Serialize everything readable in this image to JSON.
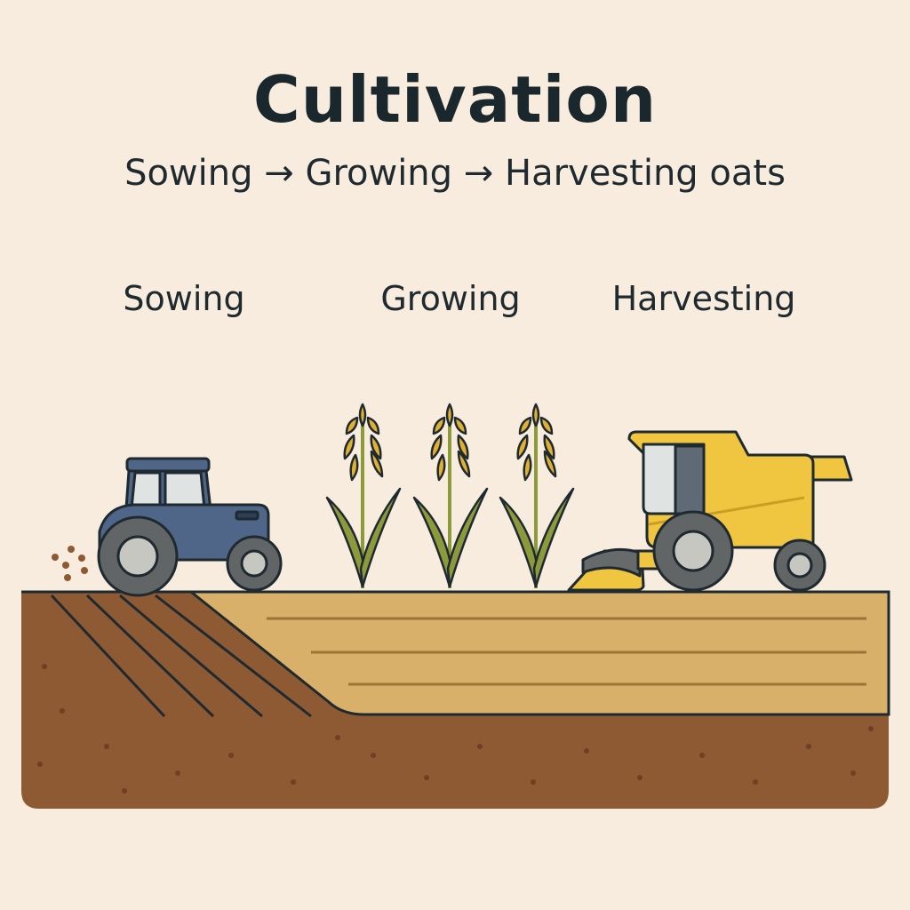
{
  "title": "Cultivation",
  "subtitle": "Sowing → Growing → Harvesting oats",
  "stages": [
    {
      "label": "Sowing",
      "icon": "tractor-icon"
    },
    {
      "label": "Growing",
      "icon": "oat-plant-icon"
    },
    {
      "label": "Harvesting",
      "icon": "combine-harvester-icon"
    }
  ],
  "colors": {
    "background": "#f7ecdd",
    "soil": "#8e5a34",
    "field": "#d9b06a",
    "tractor": "#4f6688",
    "harvester": "#f0c640",
    "oat_stem": "#8c9a3c",
    "oat_grain": "#e0b033"
  }
}
